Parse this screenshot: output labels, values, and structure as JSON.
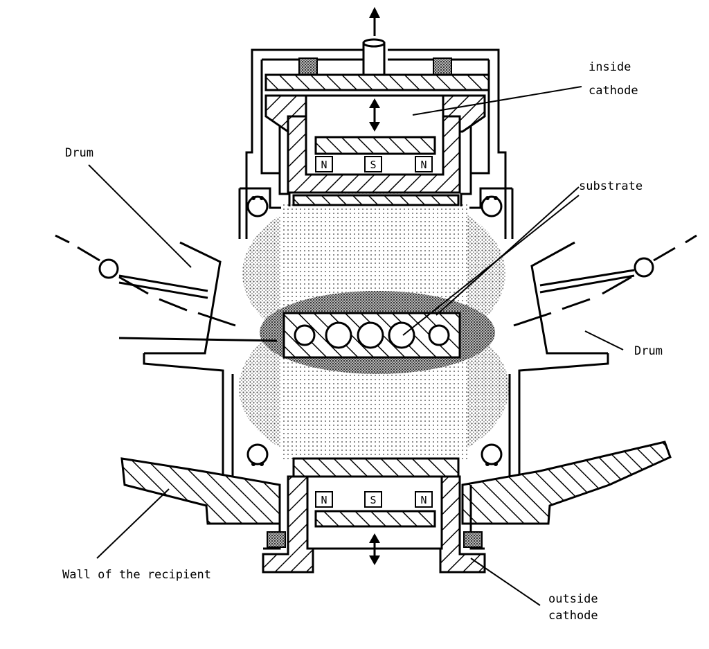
{
  "labels": {
    "inside_cathode_line1": "inside",
    "inside_cathode_line2": "cathode",
    "substrate": "substrate",
    "drum_left": "Drum",
    "drum_right": "Drum",
    "wall": "Wall of the recipient",
    "outside_cathode_line1": "outside",
    "outside_cathode_line2": "cathode"
  },
  "magnets": {
    "top": [
      "N",
      "S",
      "N"
    ],
    "bottom": [
      "N",
      "S",
      "N"
    ]
  }
}
